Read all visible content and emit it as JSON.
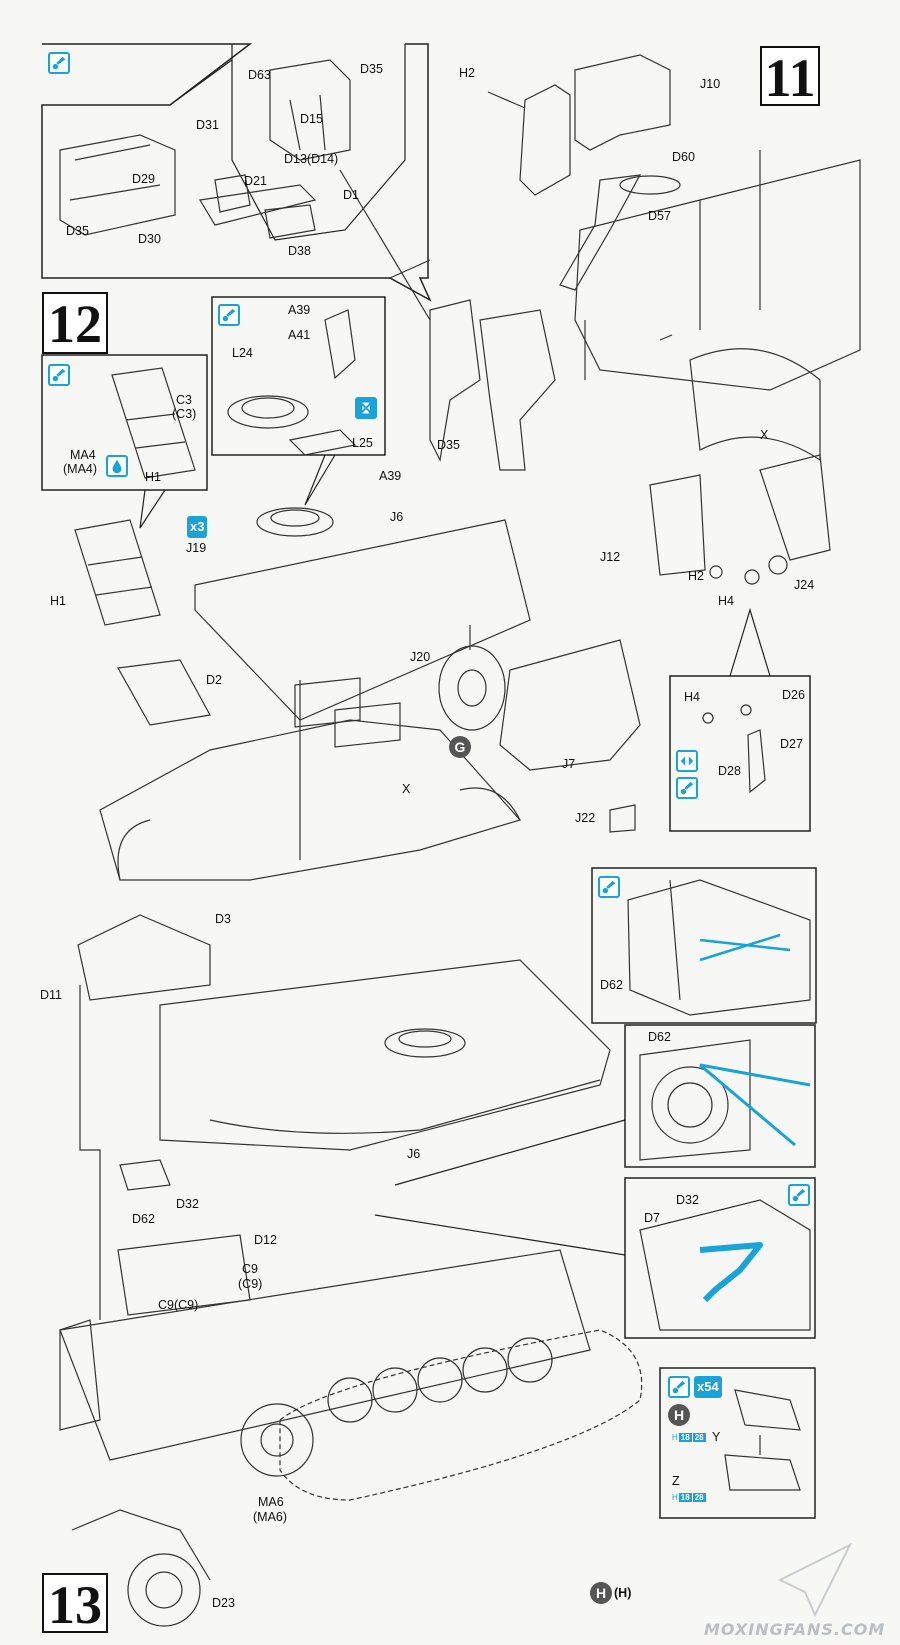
{
  "steps": [
    "11",
    "12",
    "13"
  ],
  "watermark": "MOXINGFANS.COM",
  "colors": {
    "accent": "#1aa3d6",
    "line": "#222222",
    "marker": "#555555"
  },
  "icons": {
    "paint": "paint-icon",
    "glue": "glue-drop-icon",
    "no_glue": "no-glue-icon",
    "rotate": "rotate-icon"
  },
  "badges": {
    "x3": "x3",
    "x54": "x54"
  },
  "markers": {
    "g": "G",
    "h": "H",
    "h_paren": "(H)"
  },
  "codes": {
    "a": "H",
    "b": "18",
    "c": "28"
  },
  "labels": {
    "s11_detail": [
      "D63",
      "D35",
      "D31",
      "D15",
      "D13(D14)",
      "D21",
      "D1",
      "D29",
      "D30",
      "D38",
      "D35"
    ],
    "s11_main": [
      "H2",
      "J10",
      "D60",
      "D57",
      "D35",
      "X",
      "J12",
      "H2",
      "J24",
      "H4"
    ],
    "s11_h4": [
      "H4",
      "D26",
      "D27",
      "D28"
    ],
    "s12_ring": [
      "A39",
      "A41",
      "L24",
      "L25"
    ],
    "s12_screen": [
      "C3",
      "(C3)",
      "MA4",
      "(MA4)",
      "H1"
    ],
    "s12_main": [
      "A39",
      "J19",
      "J6",
      "H1",
      "D2",
      "J20",
      "X",
      "J7",
      "J22"
    ],
    "s13_main": [
      "D3",
      "D11",
      "J6",
      "D32",
      "D62",
      "D12",
      "C9",
      "(C9)",
      "C9(C9)",
      "MA6",
      "(MA6)",
      "D23"
    ],
    "s13_d62a": [
      "D62"
    ],
    "s13_d62b": [
      "D62"
    ],
    "s13_d32": [
      "D32",
      "D7"
    ],
    "s13_track": [
      "Y",
      "Z"
    ]
  }
}
